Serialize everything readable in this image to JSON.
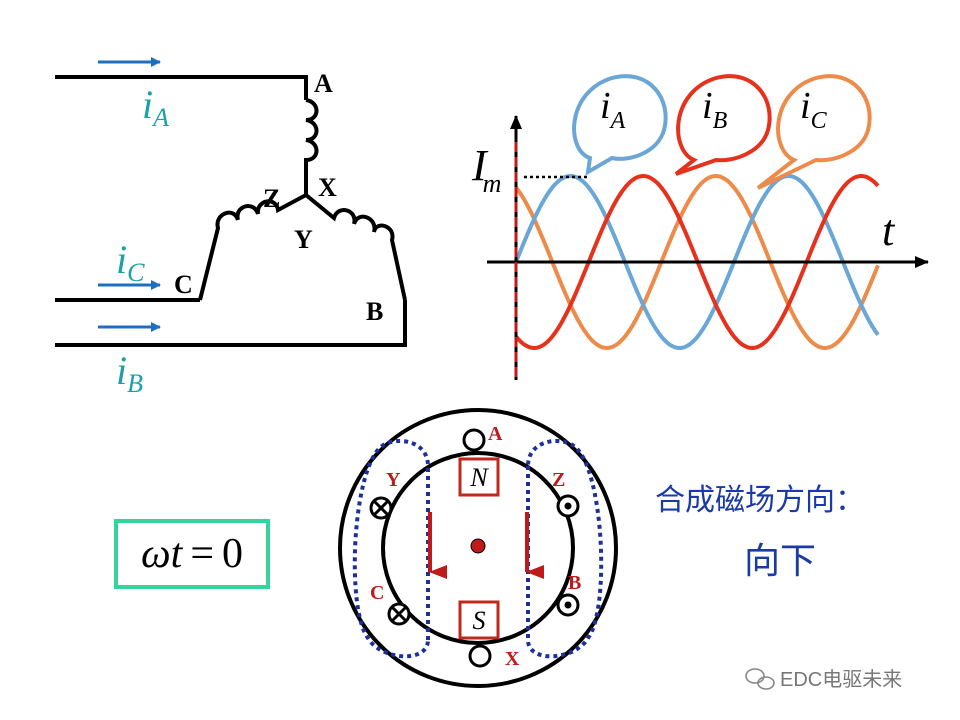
{
  "colors": {
    "phase_a": "#6aa6d6",
    "phase_b": "#e4321c",
    "phase_c": "#ec8b4a",
    "current_label": "#1aa0a6",
    "arrow": "#1f6fc0",
    "magnet_box": "#c0281e",
    "field_arrow": "#c0191a",
    "coil_dash": "#1c2f9a",
    "formula_border": "#36d39a",
    "caption": "#1a3aa8"
  },
  "circuit": {
    "terminals": {
      "a": "A",
      "b": "B",
      "c": "C",
      "x": "X",
      "y": "Y",
      "z": "Z"
    },
    "currents": [
      {
        "symbol": "i",
        "sub": "A"
      },
      {
        "symbol": "i",
        "sub": "C"
      },
      {
        "symbol": "i",
        "sub": "B"
      }
    ]
  },
  "waveform": {
    "axis_t": "t",
    "im_main": "I",
    "im_sub": "m",
    "callouts": [
      {
        "symbol": "i",
        "sub": "A"
      },
      {
        "symbol": "i",
        "sub": "B"
      },
      {
        "symbol": "i",
        "sub": "C"
      }
    ]
  },
  "motor": {
    "slots": {
      "a": "A",
      "x": "X",
      "y": "Y",
      "z": "Z",
      "b": "B",
      "c": "C"
    },
    "pole_n": "N",
    "pole_s": "S"
  },
  "formula": {
    "omega": "ω",
    "t": "t",
    "equals": "=",
    "zero": "0"
  },
  "caption": {
    "line1": "合成磁场方向：",
    "line2": "向下"
  },
  "watermark": "EDC电驱未来"
}
